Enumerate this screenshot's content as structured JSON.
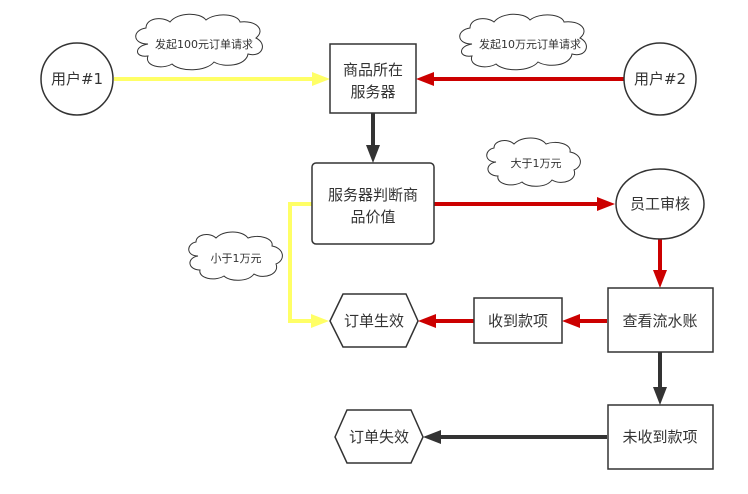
{
  "diagram": {
    "colors": {
      "yellow": "#FFFF66",
      "red": "#CC0000",
      "dark": "#333333",
      "stroke": "#333333"
    },
    "nodes": {
      "user1": {
        "label": "用户#1",
        "shape": "circle"
      },
      "user2": {
        "label": "用户#2",
        "shape": "circle"
      },
      "server": {
        "lines": [
          "商品所在",
          "服务器"
        ],
        "shape": "rect"
      },
      "judge": {
        "lines": [
          "服务器判断商",
          "品价值"
        ],
        "shape": "rounded-rect"
      },
      "review": {
        "label": "员工审核",
        "shape": "ellipse"
      },
      "ledger": {
        "label": "查看流水账",
        "shape": "rect"
      },
      "received": {
        "label": "收到款项",
        "shape": "rect"
      },
      "not_received": {
        "label": "未收到款项",
        "shape": "rect"
      },
      "order_valid": {
        "label": "订单生效",
        "shape": "hexagon"
      },
      "order_invalid": {
        "label": "订单失效",
        "shape": "hexagon"
      }
    },
    "notes": {
      "req100": "发起100元订单请求",
      "req10w": "发起10万元订单请求",
      "gt1w": "大于1万元",
      "lt1w": "小于1万元"
    },
    "edges": [
      {
        "from": "user1",
        "to": "server",
        "color": "yellow"
      },
      {
        "from": "user2",
        "to": "server",
        "color": "red"
      },
      {
        "from": "server",
        "to": "judge",
        "color": "dark"
      },
      {
        "from": "judge",
        "to": "review",
        "color": "red",
        "label": "大于1万元"
      },
      {
        "from": "judge",
        "to": "order_valid",
        "color": "yellow",
        "label": "小于1万元"
      },
      {
        "from": "review",
        "to": "ledger",
        "color": "red"
      },
      {
        "from": "ledger",
        "to": "received",
        "color": "red"
      },
      {
        "from": "received",
        "to": "order_valid",
        "color": "red"
      },
      {
        "from": "ledger",
        "to": "not_received",
        "color": "dark"
      },
      {
        "from": "not_received",
        "to": "order_invalid",
        "color": "dark"
      }
    ]
  }
}
